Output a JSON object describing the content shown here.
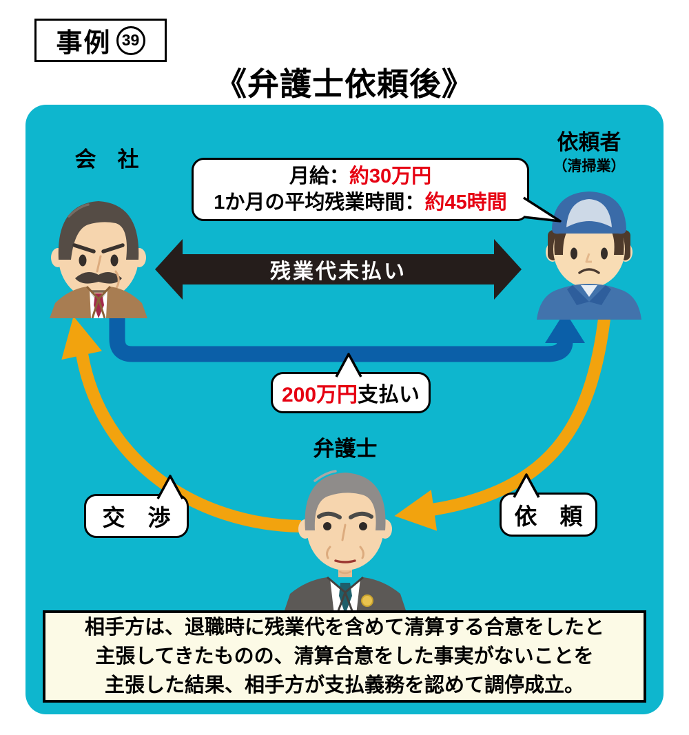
{
  "badge": {
    "prefix": "事例",
    "number": "39"
  },
  "title": "《弁護士依頼後》",
  "actors": {
    "company": {
      "label": "会　社"
    },
    "client": {
      "label": "依頼者",
      "sublabel": "（清掃業）"
    },
    "lawyer": {
      "label": "弁護士"
    }
  },
  "salary_bubble": {
    "line1_label": "月給：",
    "line1_value": "約30万円",
    "line2_label": "1か月の平均残業時間：",
    "line2_value": "約45時間"
  },
  "unpaid_arrow": {
    "label": "残業代未払い"
  },
  "payment_bubble": {
    "value": "200万円",
    "suffix": "支払い"
  },
  "negotiation_bubble": {
    "label": "交　渉"
  },
  "request_bubble": {
    "label": "依　頼"
  },
  "summary": {
    "lines": [
      "相手方は、退職時に残業代を含めて清算する合意をしたと",
      "主張してきたものの、清算合意をした事実がないことを",
      "主張した結果、相手方が支払義務を認めて調停成立。"
    ]
  },
  "colors": {
    "panel_bg": "#0eb6ce",
    "arrow_blue": "#0b5fa8",
    "arrow_orange": "#f2a30e",
    "arrow_black": "#251d1b",
    "highlight_red": "#e60012",
    "summary_bg": "#fcfae6"
  }
}
